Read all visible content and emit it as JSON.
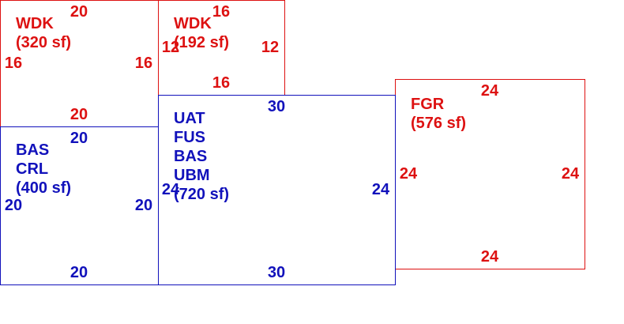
{
  "colors": {
    "deck_garage": "#dd1111",
    "living": "#1111bb",
    "background": "#ffffff"
  },
  "rooms": [
    {
      "code": "wdk_1",
      "lines": [
        "WDK",
        "(320 sf)"
      ],
      "dims": {
        "top": "20",
        "bottom": "20",
        "left": "16",
        "right": "16"
      }
    },
    {
      "code": "wdk_2",
      "lines": [
        "WDK",
        "(192 sf)"
      ],
      "dims": {
        "top": "16",
        "bottom": "16",
        "left": "12",
        "right": "12"
      }
    },
    {
      "code": "fgr",
      "lines": [
        "FGR",
        "(576 sf)"
      ],
      "dims": {
        "top": "24",
        "bottom": "24",
        "left": "24",
        "right": "24"
      }
    },
    {
      "code": "bas",
      "lines": [
        "BAS",
        "CRL",
        "(400 sf)"
      ],
      "dims": {
        "top": "20",
        "bottom": "20",
        "left": "20",
        "right": "20"
      }
    },
    {
      "code": "uat",
      "lines": [
        "UAT",
        "FUS",
        "BAS",
        "UBM",
        "(720 sf)"
      ],
      "dims": {
        "top": "30",
        "bottom": "30",
        "left": "24",
        "right": "24"
      }
    }
  ]
}
